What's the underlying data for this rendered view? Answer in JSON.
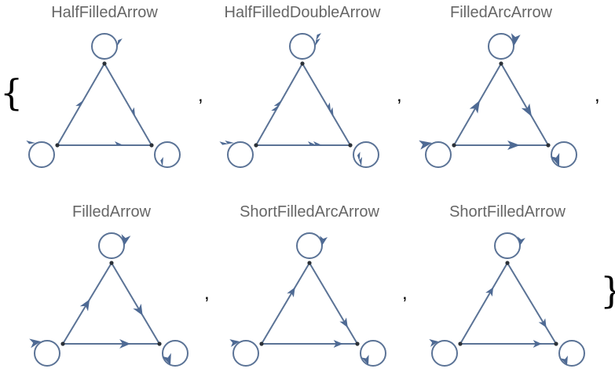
{
  "open_brace": "{",
  "close_brace": "}",
  "separator": ",",
  "colors": {
    "edge": "#5B7396",
    "arrow": "#4E6A94",
    "vertex": "#2b3138",
    "label": "#666666"
  },
  "graphs": [
    {
      "label": "HalfFilledArrow",
      "arrow_style": "half-filled"
    },
    {
      "label": "HalfFilledDoubleArrow",
      "arrow_style": "half-filled-double"
    },
    {
      "label": "FilledArcArrow",
      "arrow_style": "filled-arc"
    },
    {
      "label": "FilledArrow",
      "arrow_style": "filled"
    },
    {
      "label": "ShortFilledArcArrow",
      "arrow_style": "short-filled-arc"
    },
    {
      "label": "ShortFilledArrow",
      "arrow_style": "short-filled"
    }
  ]
}
